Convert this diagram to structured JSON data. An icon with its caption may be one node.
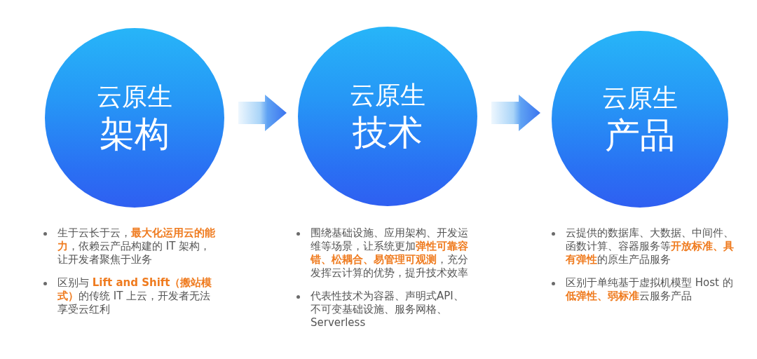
{
  "diagram": {
    "nodes": [
      {
        "text": [
          "云原生",
          "架构"
        ],
        "beside": [
          "生于云长于云，**最大化运用云的能力**，依赖云产品构建的 IT 架构，让开发者聚焦于业务",
          "区别与 **Lift and Shift（搬站模式）**的传统 IT 上云，开发者无法享受云红利"
        ]
      },
      {
        "text": [
          "云原生",
          "技术"
        ],
        "beside": [
          "围绕基础设施、应用架构、开发运维等场景，让系统更加**弹性可靠容错、松耦合、易管理可观测**，充分发挥云计算的优势，提升技术效率",
          "代表性技术为容器、声明式API、不可变基础设施、服务网格、Serverless"
        ]
      },
      {
        "text": [
          "云原生",
          "产品"
        ],
        "beside": [
          "云提供的数据库、大数据、中间件、函数计算、容器服务等**开放标准、具有弹性**的原生产品服务",
          "区别于单纯基于虚拟机模型 Host 的**低弹性、弱标准**云服务产品"
        ]
      }
    ],
    "edges": [
      {
        "from": 0,
        "to": 1,
        "arrow": "to"
      },
      {
        "from": 1,
        "to": 2,
        "arrow": "to"
      }
    ]
  }
}
